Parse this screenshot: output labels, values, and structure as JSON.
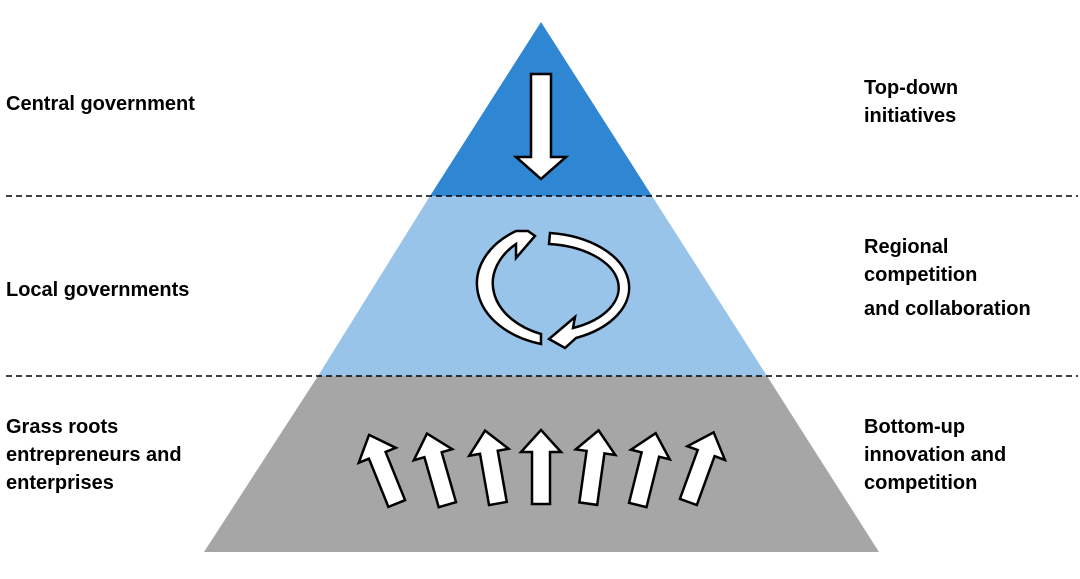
{
  "colors": {
    "top_tier": "#2f86d3",
    "middle_tier": "#98c4ea",
    "bottom_tier": "#a6a6a6",
    "arrow_fill": "#ffffff",
    "arrow_stroke": "#000000",
    "divider": "#000000"
  },
  "levels": {
    "top": {
      "name": "Central government"
    },
    "middle": {
      "name": "Local governments"
    },
    "bottom": {
      "lines": [
        "Grass roots",
        "entrepreneurs and",
        "enterprises"
      ]
    }
  },
  "dynamics": {
    "top": {
      "lines": [
        "Top-down",
        "initiatives"
      ],
      "icon": "down-arrow-icon"
    },
    "middle": {
      "lines": [
        "Regional",
        "competition",
        "and collaboration"
      ],
      "icon": "cycle-arrows-icon"
    },
    "bottom": {
      "lines": [
        "Bottom-up",
        "innovation and",
        "competition"
      ],
      "icon": "up-arrows-icon"
    }
  }
}
